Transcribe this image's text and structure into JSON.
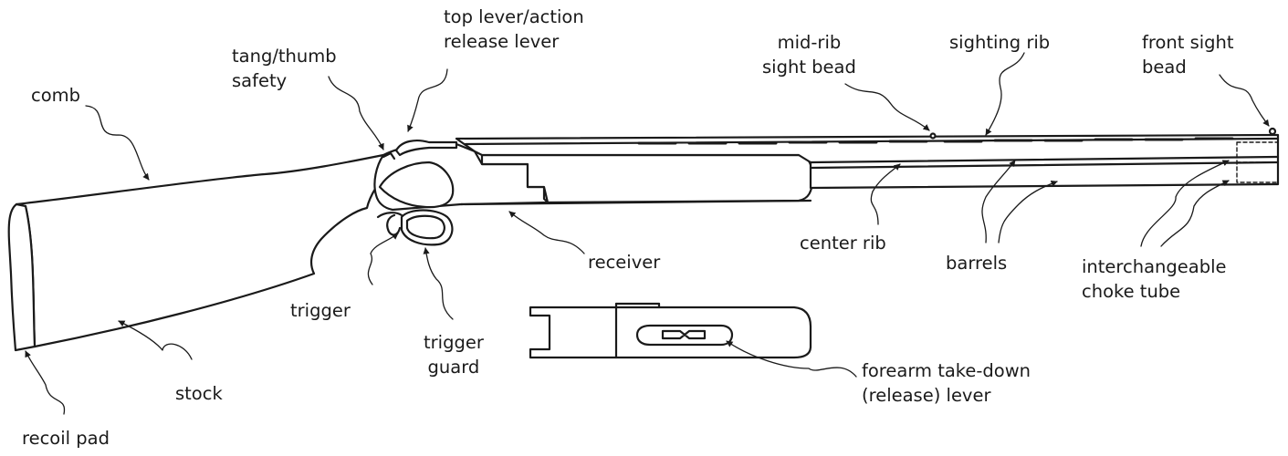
{
  "diagram": {
    "colors": {
      "line": "#1a1a1a",
      "fill": "#ffffff"
    },
    "labels": {
      "comb": [
        "comb"
      ],
      "tang_safety": [
        "tang/thumb",
        "safety"
      ],
      "top_lever": [
        "top lever/action",
        "release lever"
      ],
      "mid_rib_bead": [
        "mid-rib",
        "sight bead"
      ],
      "sighting_rib": [
        "sighting rib"
      ],
      "front_sight_bead": [
        "front sight",
        "bead"
      ],
      "receiver": [
        "receiver"
      ],
      "center_rib": [
        "center rib"
      ],
      "barrels": [
        "barrels"
      ],
      "choke_tube": [
        "interchangeable",
        "choke tube"
      ],
      "trigger": [
        "trigger"
      ],
      "trigger_guard": [
        "trigger",
        "guard"
      ],
      "stock": [
        "stock"
      ],
      "recoil_pad": [
        "recoil pad"
      ],
      "forearm_lever": [
        "forearm take-down",
        "(release) lever"
      ]
    }
  }
}
